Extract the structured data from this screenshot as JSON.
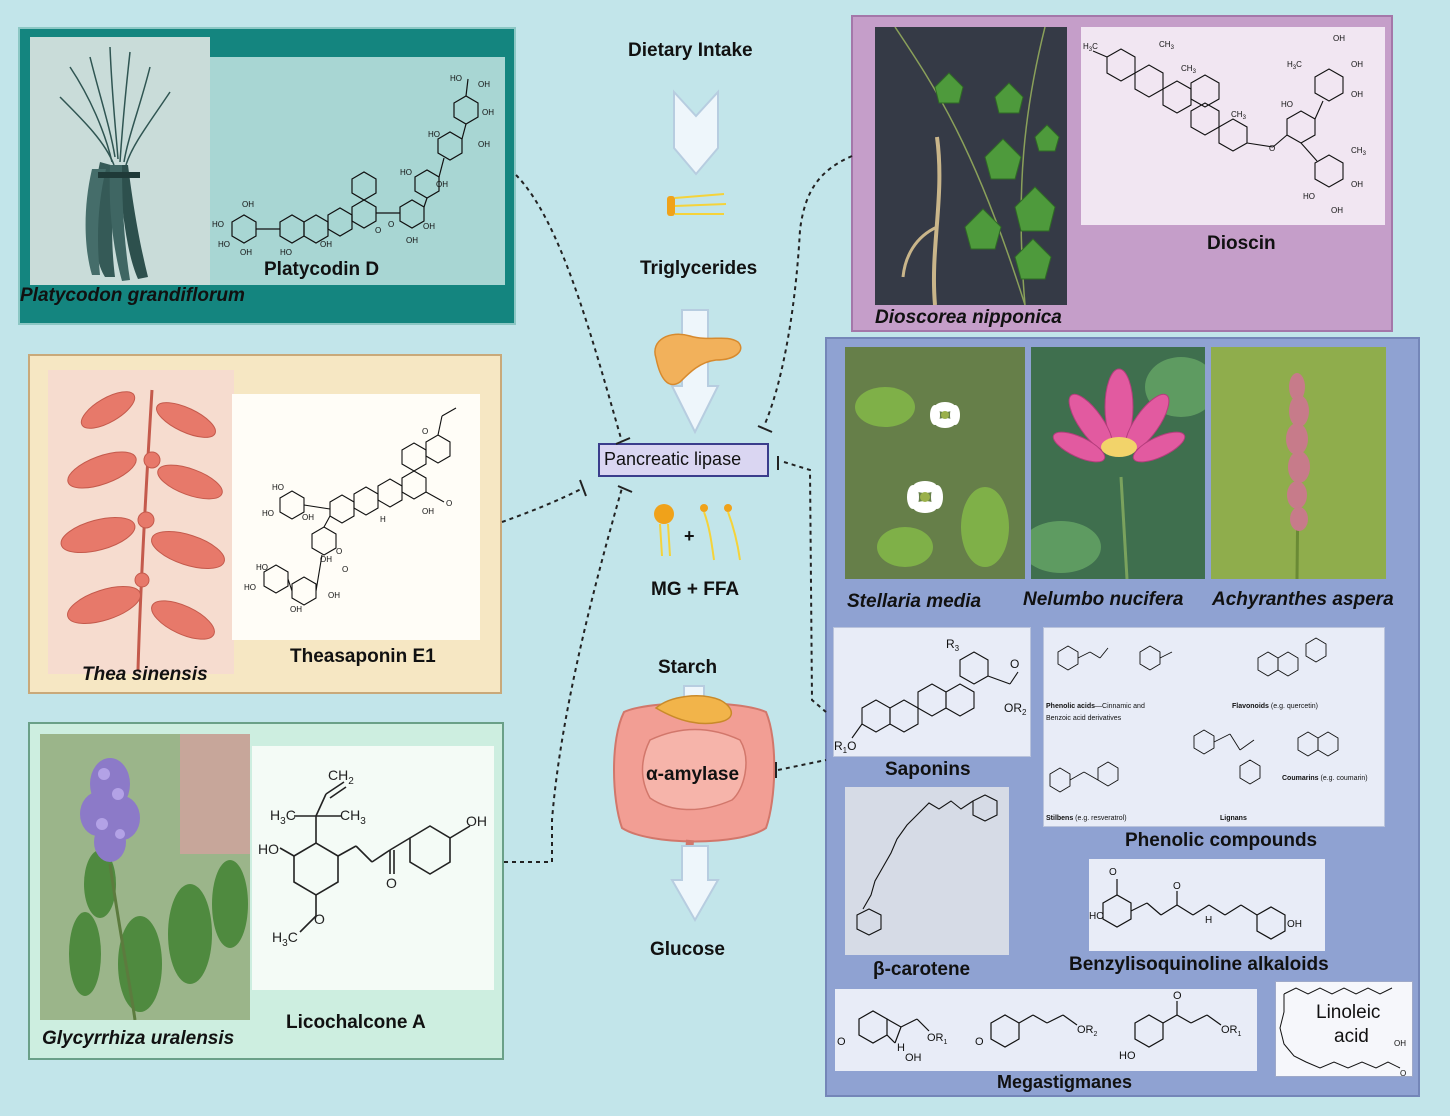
{
  "pathway": {
    "dietary_intake": "Dietary Intake",
    "triglycerides": "Triglycerides",
    "pancreatic_lipase": "Pancreatic lipase",
    "mg_ffa": "MG + FFA",
    "plus": "+",
    "starch": "Starch",
    "alpha_amylase": "α-amylase",
    "glucose": "Glucose"
  },
  "left_panels": [
    {
      "plant": "Platycodon grandiflorum",
      "compound": "Platycodin D"
    },
    {
      "plant": "Thea sinensis",
      "compound": "Theasaponin E1"
    },
    {
      "plant": "Glycyrrhiza uralensis",
      "compound": "Licochalcone A"
    }
  ],
  "right_top_panel": {
    "plant": "Dioscorea nipponica",
    "compound": "Dioscin"
  },
  "right_group": {
    "plants": [
      "Stellaria media",
      "Nelumbo nucifera",
      "Achyranthes aspera"
    ],
    "saponins": "Saponins",
    "phenolic_compounds": "Phenolic compounds",
    "phenolic_items": {
      "acids_bold": "Phenolic acids",
      "acids_rest": "—Cinnamic and",
      "acids_line2": "Benzoic acid derivatives",
      "flavonoids_bold": "Flavonoids",
      "flavonoids_rest": " (e.g. quercetin)",
      "stilbens_bold": "Stilbens",
      "stilbens_rest": " (e.g. resveratrol)",
      "lignans": "Lignans",
      "coumarins_bold": "Coumarins",
      "coumarins_rest": " (e.g. coumarin)"
    },
    "beta_carotene": "β-carotene",
    "alkaloids": "Benzylisoquinoline alkaloids",
    "megastigmanes": "Megastigmanes",
    "linoleic": [
      "Linoleic",
      "acid"
    ]
  },
  "colors": {
    "background": "#c2e5ea",
    "platycodon_panel": "#14857f",
    "thea_panel": "#f6e7c3",
    "glycyrrhiza_panel": "#cdeee0",
    "dioscorea_panel": "#c59ec9",
    "right_group_panel": "#8fa2d2",
    "lipase_box": "#dad6f2"
  }
}
